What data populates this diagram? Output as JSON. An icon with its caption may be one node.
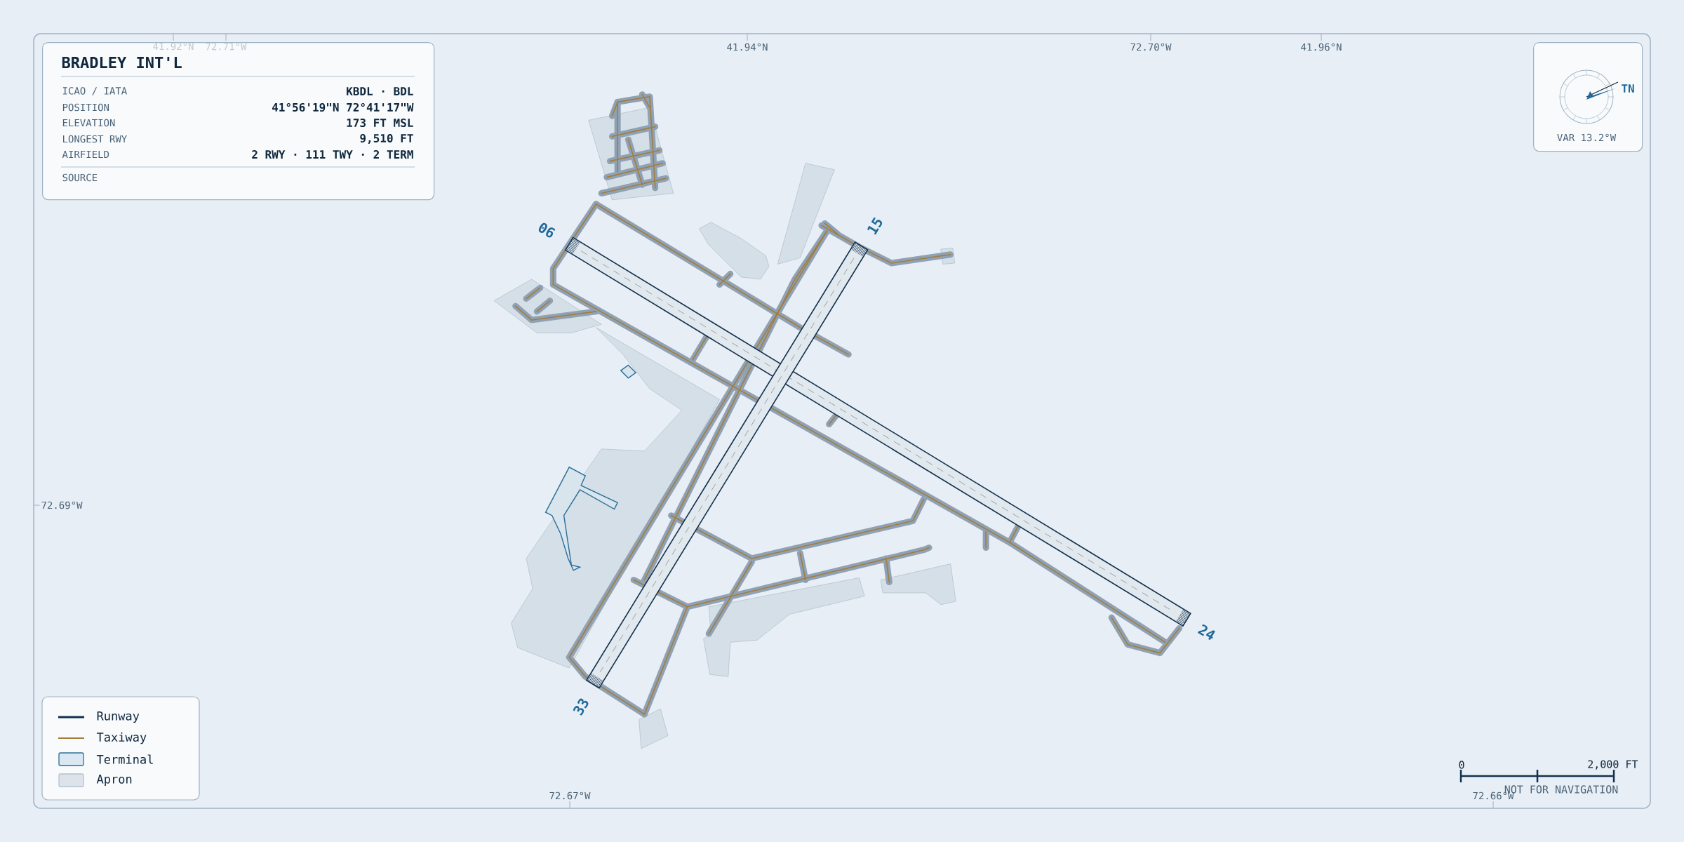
{
  "diagram": {
    "nodes": [
      {
        "text": [
          "BRADLEY INT'L",
          "ICAO / IATA",
          "KBDL · BDL",
          "POSITION",
          "41°56'19\"N 72°41'17\"W",
          "ELEVATION",
          "173 FT MSL",
          "LONGEST RWY",
          "9,510 FT",
          "AIRFIELD",
          "2 RWY · 111 TWY · 2 TERM",
          "SOURCE"
        ]
      },
      {
        "text": [
          "TN",
          "VAR 13.2°W"
        ]
      }
    ],
    "labels": [
      "41.92°N",
      "72.71°W",
      "41.94°N",
      "72.70°W",
      "41.96°N",
      "72.69°W",
      "06",
      "15",
      "24",
      "33",
      "72.67°W",
      "0",
      "2,000 FT",
      "NOT FOR NAVIGATION",
      "72.66°W"
    ],
    "legend": [
      {
        "text": "Runway"
      },
      {
        "text": "Taxiway"
      },
      {
        "text": "Terminal",
        "color": "#dbe8f2"
      },
      {
        "text": "Apron",
        "color": "#dde3e9"
      }
    ]
  }
}
